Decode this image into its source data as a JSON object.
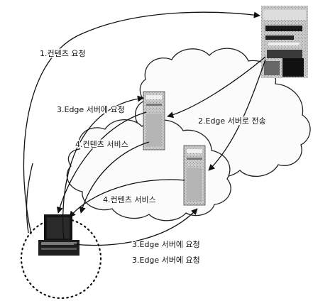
{
  "labels": {
    "step1": "1.컨텐츠 요청",
    "step3_upper": "3.Edge 서버에 요청",
    "step2": "2.Edge 서버로 전송",
    "step4_upper": "4.컨텐츠 서비스",
    "step4_lower": "4.컨텐츠 서비스",
    "step3_lower_a": "3.Edge 서버에 요청",
    "step3_lower_b": "3.Edge 서버에 요청"
  },
  "icons": {
    "origin_server": "server-rack-icon",
    "edge_server_1": "server-tower-icon",
    "edge_server_2": "server-tower-icon",
    "client": "desktop-computer-icon"
  },
  "colors": {
    "line": "#111111",
    "cloud_fill": "#fbfbfb",
    "server_fill": "#bdbdbd"
  }
}
